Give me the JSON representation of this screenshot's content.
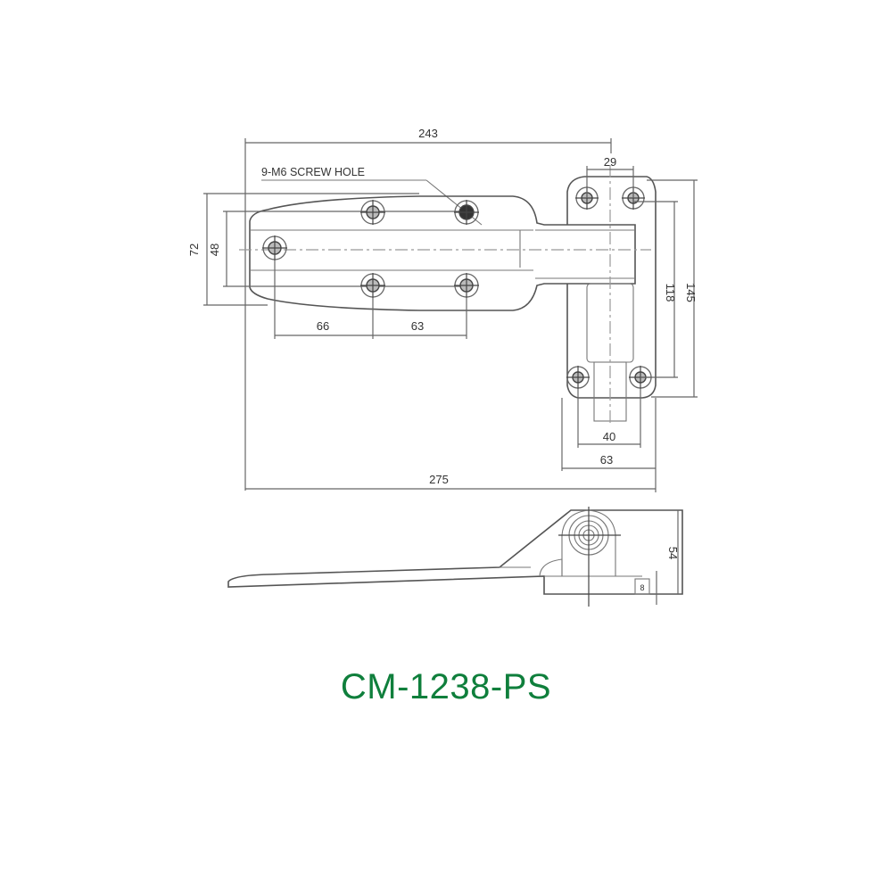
{
  "drawing": {
    "callout": "9-M6  SCREW HOLE",
    "dimensions": {
      "overall_top": "243",
      "overall_bottom": "275",
      "plate_height_outer": "72",
      "plate_height_inner": "48",
      "hole_spacing_1": "66",
      "hole_spacing_2": "63",
      "hinge_top_spacing": "29",
      "hinge_height_inner": "118",
      "hinge_height_outer": "145",
      "hinge_bottom_spacing": "40",
      "hinge_base_width": "63",
      "side_height": "54",
      "side_small": "8"
    }
  },
  "model": {
    "label": "CM-1238-PS",
    "color": "#0f7f3c"
  }
}
